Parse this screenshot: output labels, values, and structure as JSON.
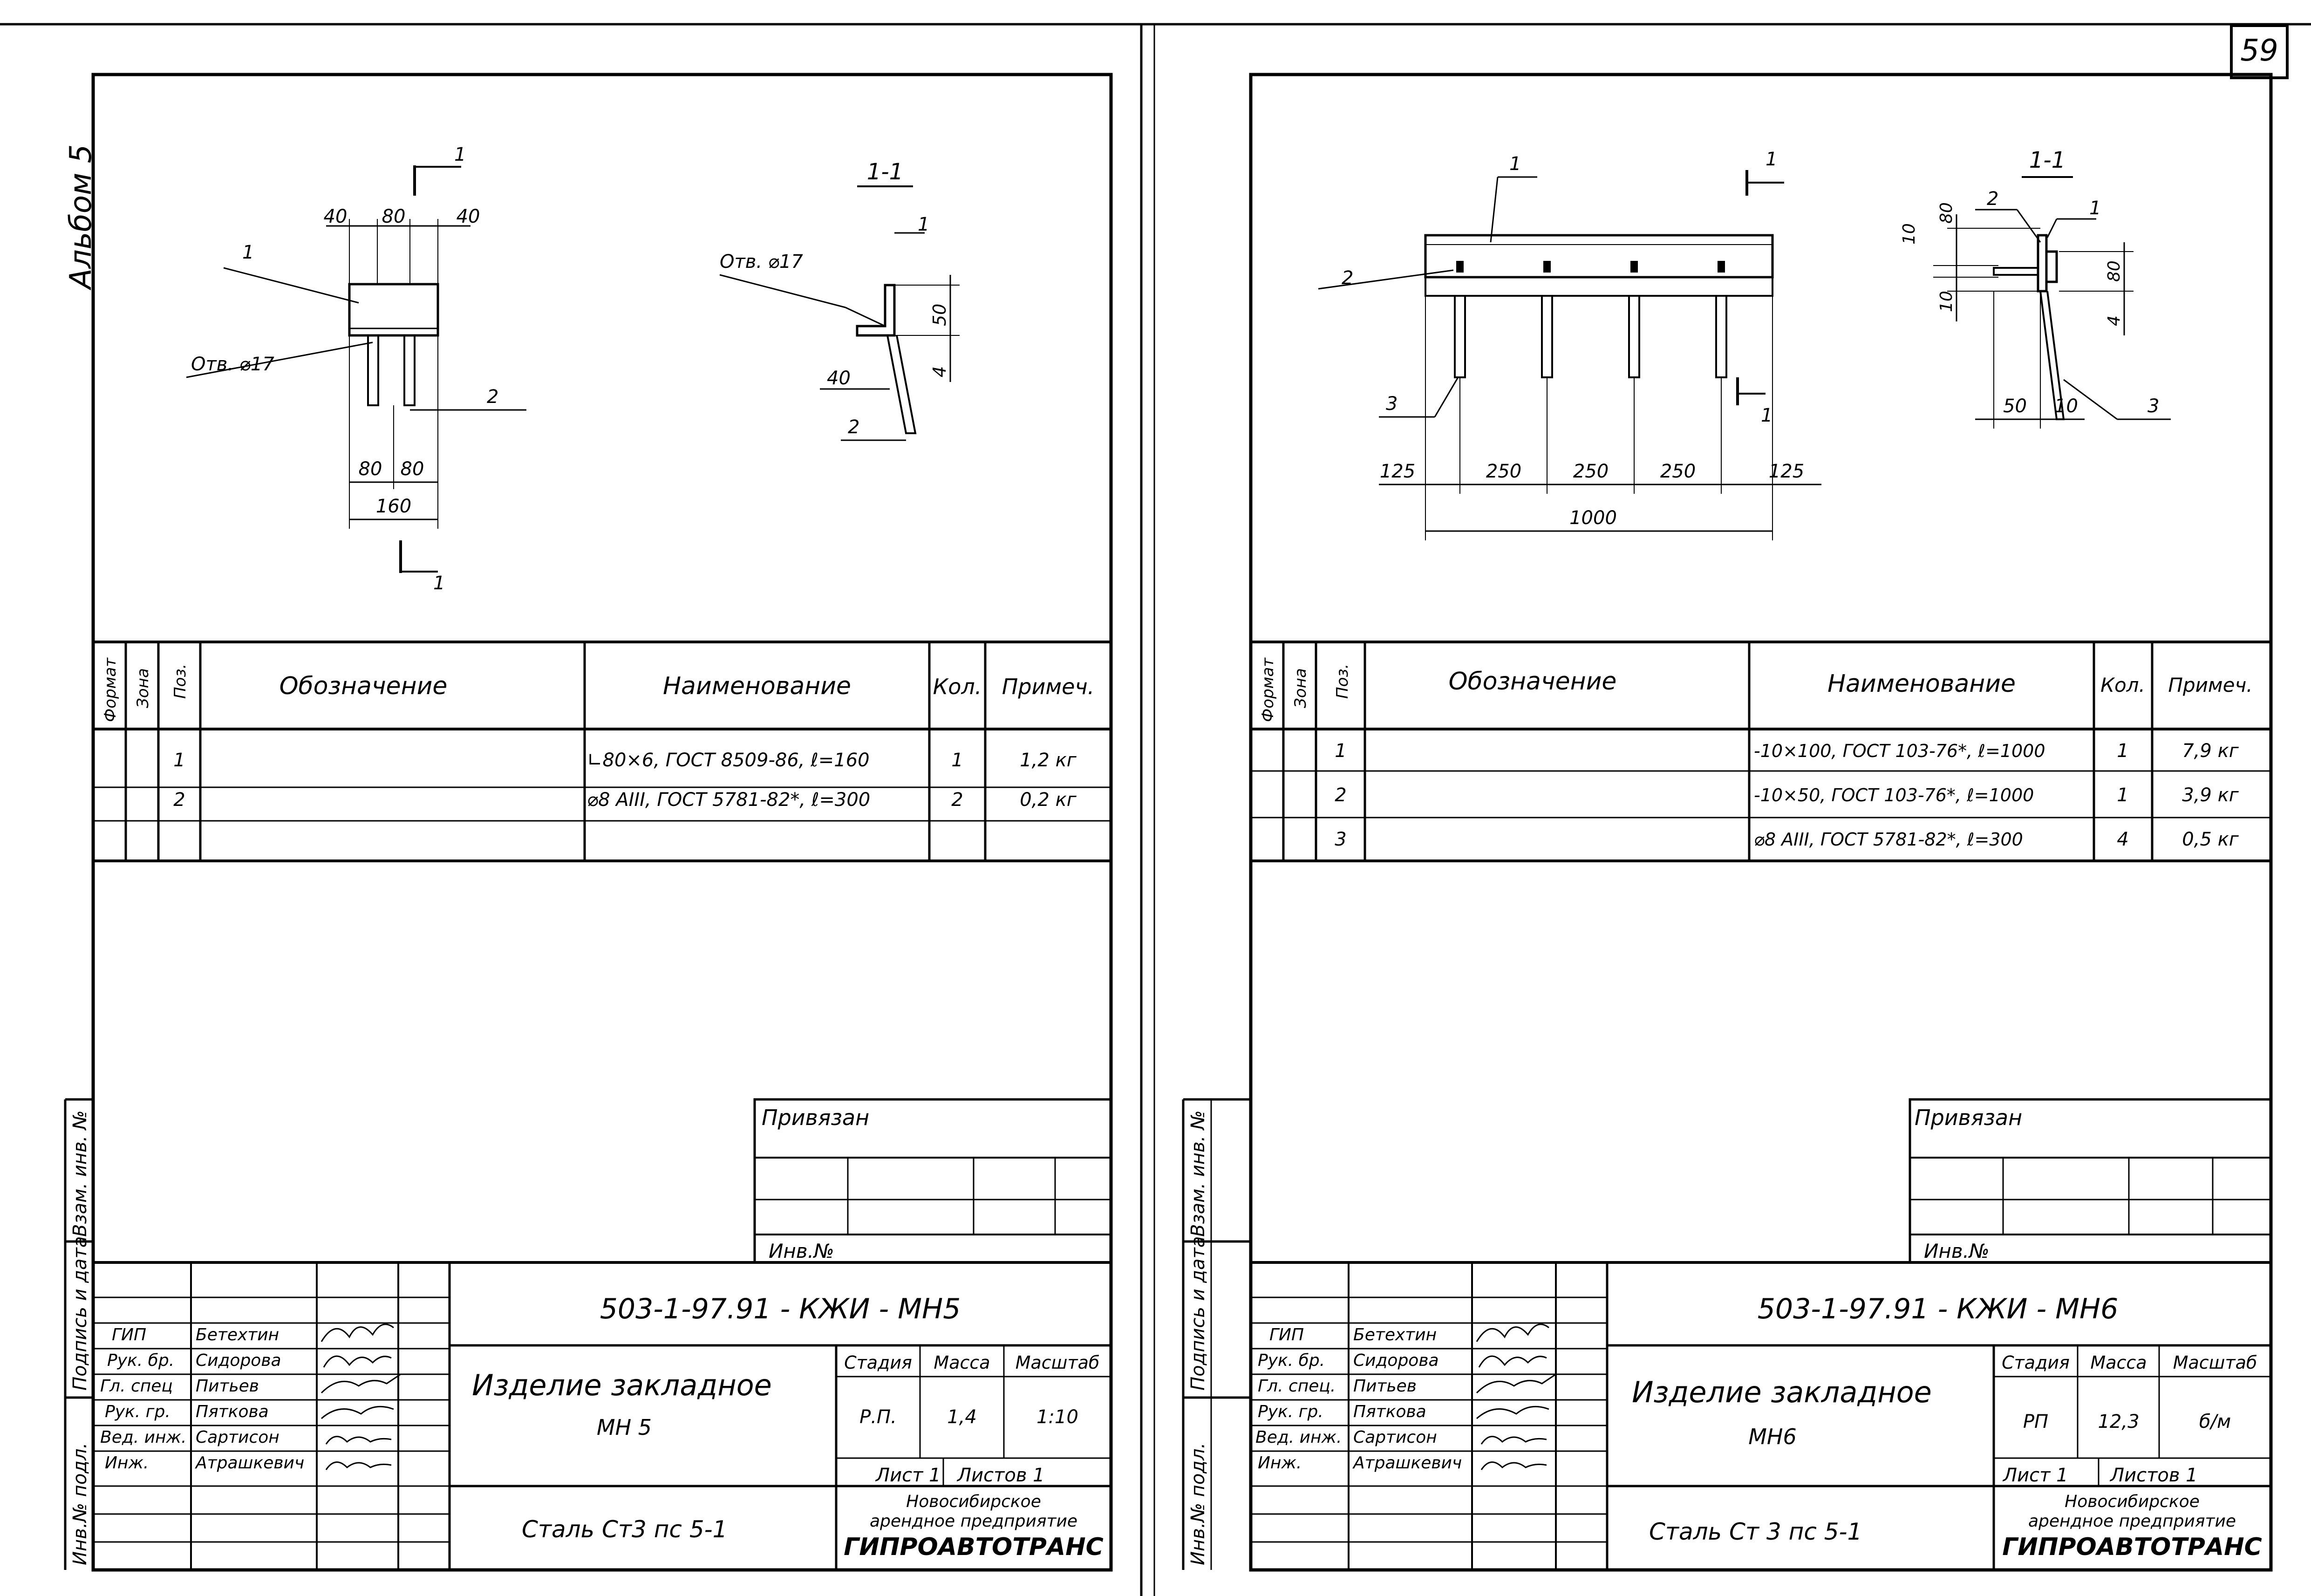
{
  "page_number": "59",
  "album": "Альбом 5",
  "margin_stamps": {
    "vzam_inv": "Взам. инв. №",
    "podpis_data": "Подпись и дата",
    "inv_podl": "Инв.№ подл."
  },
  "spec_headers": {
    "format": "Формат",
    "zona": "Зона",
    "poz": "Поз.",
    "oboznachenie": "Обозначение",
    "naimenovanie": "Наименование",
    "kol": "Кол.",
    "primech": "Примеч."
  },
  "privyazan": "Привязан",
  "inv_no": "Инв.№",
  "left": {
    "drawing": {
      "section_title": "1-1",
      "section_mark": "1",
      "hole_label": "Отв. ⌀17",
      "hole_label_section": "Отв. ⌀17",
      "dims": {
        "top": [
          "40",
          "80",
          "40"
        ],
        "bottom": [
          "80",
          "80"
        ],
        "total": "160",
        "sec_h1": "50",
        "sec_h2": "4",
        "sec_w": "40"
      },
      "callouts": [
        "1",
        "2"
      ]
    },
    "spec_rows": [
      {
        "poz": "1",
        "oboznachenie": "",
        "naimenovanie": "∟80×6, ГОСТ 8509-86, ℓ=160",
        "kol": "1",
        "primech": "1,2 кг"
      },
      {
        "poz": "2",
        "oboznachenie": "",
        "naimenovanie": "⌀8 АIII, ГОСТ 5781-82*, ℓ=300",
        "kol": "2",
        "primech": "0,2 кг"
      }
    ],
    "code": "503-1-97.91 - КЖИ - МН5",
    "title_line1": "Изделие закладное",
    "title_line2": "МН 5",
    "material": "Сталь  Ст3 пс 5-1",
    "stadia_label": "Стадия",
    "massa_label": "Масса",
    "masshtab_label": "Масштаб",
    "stadia": "Р.П.",
    "massa": "1,4",
    "masshtab": "1:10",
    "list": "Лист 1",
    "listov": "Листов 1",
    "org1": "Новосибирское",
    "org2": "арендное предприятие",
    "org3": "ГИПРОАВТОТРАНС",
    "people": [
      {
        "role": "ГИП",
        "name": "Бетехтин"
      },
      {
        "role": "Рук. бр.",
        "name": "Сидорова"
      },
      {
        "role": "Гл. спец",
        "name": "Питьев"
      },
      {
        "role": "Рук. гр.",
        "name": "Пяткова"
      },
      {
        "role": "Вед. инж.",
        "name": "Сартисон"
      },
      {
        "role": "Инж.",
        "name": "Атрашкевич"
      }
    ]
  },
  "right": {
    "drawing": {
      "section_title": "1-1",
      "section_mark": "1",
      "dims": {
        "bottom": [
          "125",
          "250",
          "250",
          "250",
          "125"
        ],
        "total": "1000",
        "sec_a": "80",
        "sec_b": "10",
        "sec_c": "10",
        "sec_d": "80",
        "sec_e": "4",
        "sec_w1": "50",
        "sec_w2": "10"
      },
      "callouts": [
        "1",
        "2",
        "3"
      ]
    },
    "spec_rows": [
      {
        "poz": "1",
        "oboznachenie": "",
        "naimenovanie": "-10×100, ГОСТ 103-76*,  ℓ=1000",
        "kol": "1",
        "primech": "7,9 кг"
      },
      {
        "poz": "2",
        "oboznachenie": "",
        "naimenovanie": "-10×50, ГОСТ 103-76*,  ℓ=1000",
        "kol": "1",
        "primech": "3,9 кг"
      },
      {
        "poz": "3",
        "oboznachenie": "",
        "naimenovanie": "⌀8 АIII, ГОСТ 5781-82*,  ℓ=300",
        "kol": "4",
        "primech": "0,5 кг"
      }
    ],
    "code": "503-1-97.91 - КЖИ - МН6",
    "title_line1": "Изделие закладное",
    "title_line2": "МН6",
    "material": "Сталь  Ст 3 пс 5-1",
    "stadia_label": "Стадия",
    "massa_label": "Масса",
    "masshtab_label": "Масштаб",
    "stadia": "РП",
    "massa": "12,3",
    "masshtab": "б/м",
    "list": "Лист 1",
    "listov": "Листов 1",
    "org1": "Новосибирское",
    "org2": "арендное предприятие",
    "org3": "ГИПРОАВТОТРАНС",
    "people": [
      {
        "role": "ГИП",
        "name": "Бетехтин"
      },
      {
        "role": "Рук. бр.",
        "name": "Сидорова"
      },
      {
        "role": "Гл. спец.",
        "name": "Питьев"
      },
      {
        "role": "Рук. гр.",
        "name": "Пяткова"
      },
      {
        "role": "Вед. инж.",
        "name": "Сартисон"
      },
      {
        "role": "Инж.",
        "name": "Атрашкевич"
      }
    ]
  }
}
